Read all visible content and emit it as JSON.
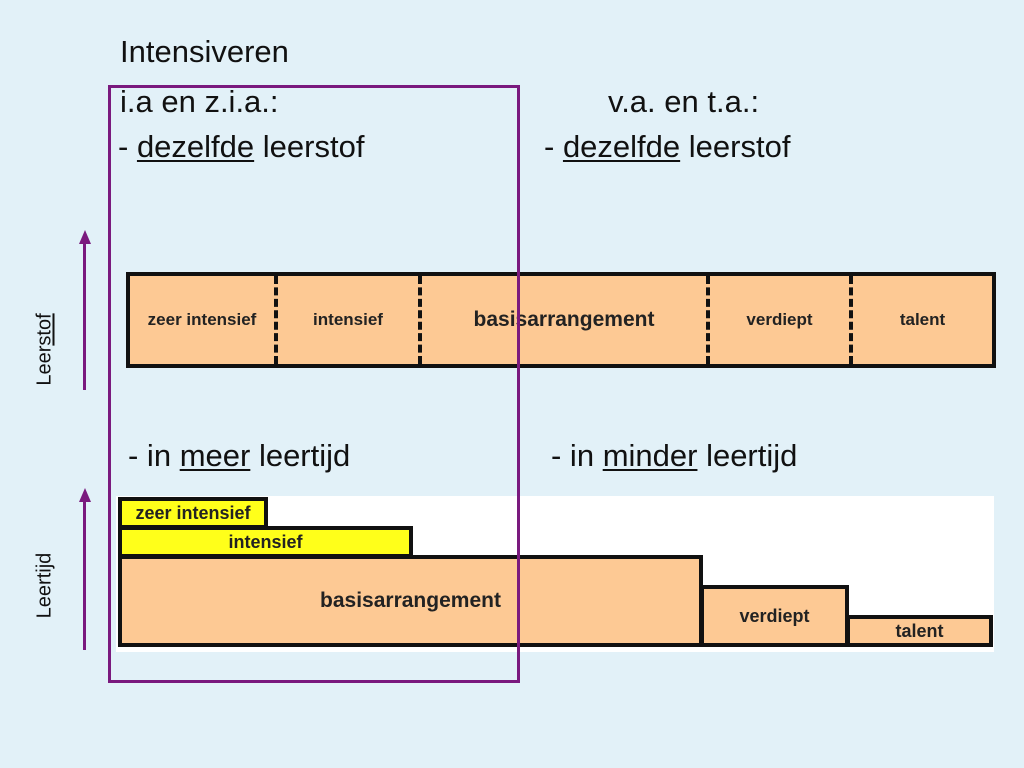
{
  "header": {
    "title": "Intensiveren",
    "left_heading": "i.a en z.i.a.:",
    "right_heading": "v.a. en t.a.:",
    "left_leerstof": {
      "prefix": "- ",
      "emphasis": "dezelfde",
      "suffix": " leerstof"
    },
    "right_leerstof": {
      "prefix": "- ",
      "emphasis": "dezelfde",
      "suffix": " leerstof"
    }
  },
  "leertijd_lines": {
    "left": {
      "prefix": "- in ",
      "emphasis": "meer",
      "suffix": " leertijd"
    },
    "right": {
      "prefix": "- in ",
      "emphasis": "minder",
      "suffix": " leertijd"
    }
  },
  "axis_labels": {
    "leerstof_plain": "Leer",
    "leerstof_underlined": "stof",
    "leertijd": "Leertijd"
  },
  "leerstof_bar": {
    "segments": [
      "zeer intensief",
      "intensief",
      "basisarrangement",
      "verdiept",
      "talent"
    ]
  },
  "leertijd_blocks": {
    "zeer_intensief": "zeer intensief",
    "intensief": "intensief",
    "basisarrangement": "basisarrangement",
    "verdiept": "verdiept",
    "talent": "talent"
  },
  "colors": {
    "background": "#e2f1f8",
    "orange": "#fdc994",
    "yellow": "#ffff1a",
    "accent": "#7a1a7e"
  }
}
